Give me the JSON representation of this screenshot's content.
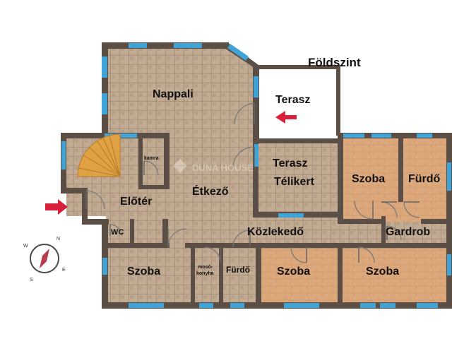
{
  "title": "Földszint",
  "rooms": {
    "nappali": "Nappali",
    "terasz": "Terasz",
    "terasz_telikert_1": "Terasz",
    "terasz_telikert_2": "Télikert",
    "etkezo": "Étkező",
    "eloter": "Előtér",
    "kamra": "kamra",
    "wc": "WC",
    "kozlekedo": "Közlekedő",
    "szoba_right_top": "Szoba",
    "furdo_right_top": "Fürdő",
    "gardrob": "Gardrob",
    "szoba_bottom_left": "Szoba",
    "mosokonyha_1": "mosó-",
    "mosokonyha_2": "konyha",
    "furdo_bottom": "Fürdő",
    "szoba_bottom_mid": "Szoba",
    "szoba_bottom_right": "Szoba"
  },
  "watermark": "DUNA HOUSE",
  "compass": {
    "n": "N",
    "s": "S",
    "e": "E",
    "w": "W"
  },
  "colors": {
    "wall": "#5b4e45",
    "window": "#3fa3d8",
    "entry_arrow": "#d9203a",
    "tile": "#b69c84",
    "wood": "#d9a57a",
    "stair": "#e0a143"
  }
}
